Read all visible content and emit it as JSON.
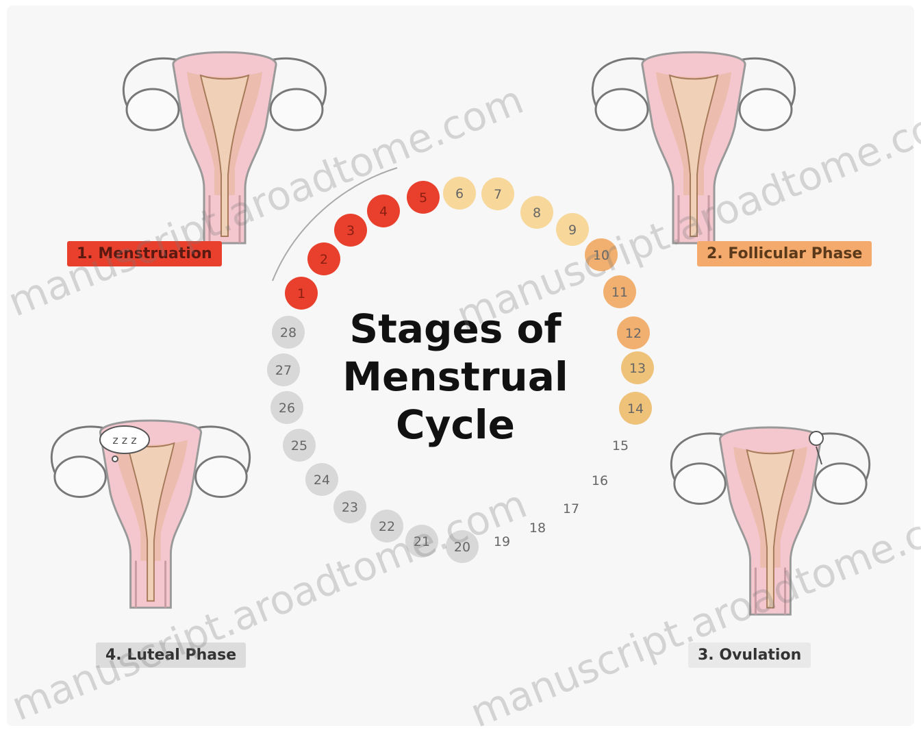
{
  "title": {
    "line1": "Stages of",
    "line2": "Menstrual",
    "line3": "Cycle"
  },
  "phases": [
    {
      "label": "1. Menstruation",
      "color": "#e8402d"
    },
    {
      "label": "2. Follicular Phase",
      "color": "#f4a96d"
    },
    {
      "label": "3. Ovulation",
      "color": "#e9e9e9"
    },
    {
      "label": "4. Luteal Phase",
      "color": "#dcdcdc"
    }
  ],
  "days": [
    "1",
    "2",
    "3",
    "4",
    "5",
    "6",
    "7",
    "8",
    "9",
    "10",
    "11",
    "12",
    "13",
    "14",
    "15",
    "16",
    "17",
    "18",
    "19",
    "20",
    "21",
    "22",
    "23",
    "24",
    "25",
    "26",
    "27",
    "28"
  ],
  "day_colors": {
    "menstruation": "#e8402d",
    "follicular_early": "#f7d79a",
    "follicular_late": "#f2b070",
    "ovulation_late": "#efc27a",
    "luteal": "#d8d8d8",
    "plain": "#eeeeee"
  },
  "ovulation_label": "egg",
  "luteal_thought": "z z z",
  "watermark": "manuscript.aroadtome.com"
}
